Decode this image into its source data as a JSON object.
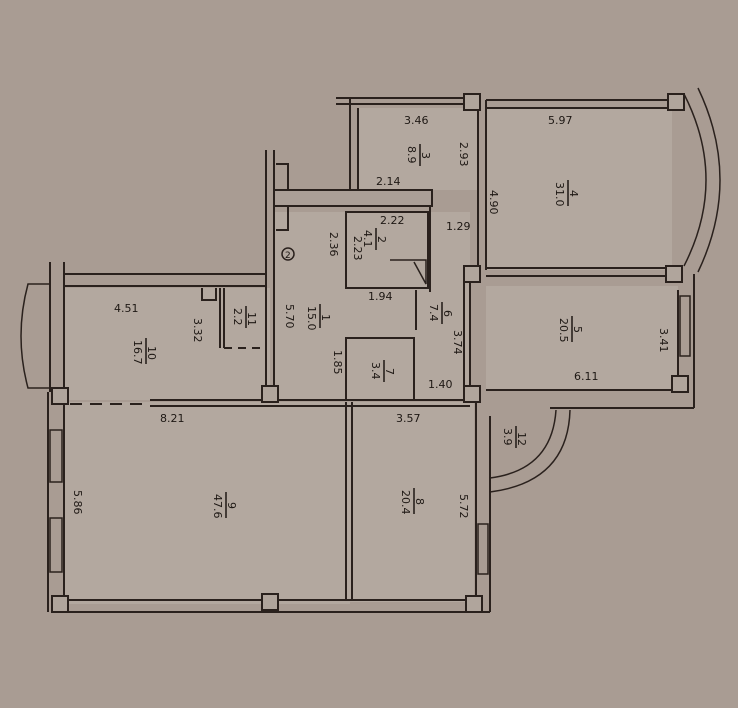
{
  "plan": {
    "colors": {
      "background": "#a99c93",
      "wall": "#2a211d",
      "room_fill": "#b3a89f"
    },
    "marker": {
      "label": "2"
    },
    "rooms": [
      {
        "number": "1",
        "area": "15.0"
      },
      {
        "number": "2",
        "area": "4.1"
      },
      {
        "number": "3",
        "area": "8.9"
      },
      {
        "number": "4",
        "area": "31.0"
      },
      {
        "number": "5",
        "area": "20.5"
      },
      {
        "number": "6",
        "area": "7.4"
      },
      {
        "number": "7",
        "area": "3.4"
      },
      {
        "number": "8",
        "area": "20.4"
      },
      {
        "number": "9",
        "area": "47.6"
      },
      {
        "number": "10",
        "area": "16.7"
      },
      {
        "number": "11",
        "area": "2.2"
      },
      {
        "number": "12",
        "area": "3.9"
      }
    ],
    "dimensions": {
      "d346": "3.46",
      "d293": "2.93",
      "d214": "2.14",
      "d597": "5.97",
      "d490": "4.90",
      "d222": "2.22",
      "d236": "2.36",
      "d223": "2.23",
      "d129": "1.29",
      "d194": "1.94",
      "d570": "5.70",
      "d185": "1.85",
      "d374": "3.74",
      "d140": "1.40",
      "d341": "3.41",
      "d611": "6.11",
      "d451": "4.51",
      "d332": "3.32",
      "d821": "8.21",
      "d357": "3.57",
      "d586": "5.86",
      "d572": "5.72"
    }
  }
}
